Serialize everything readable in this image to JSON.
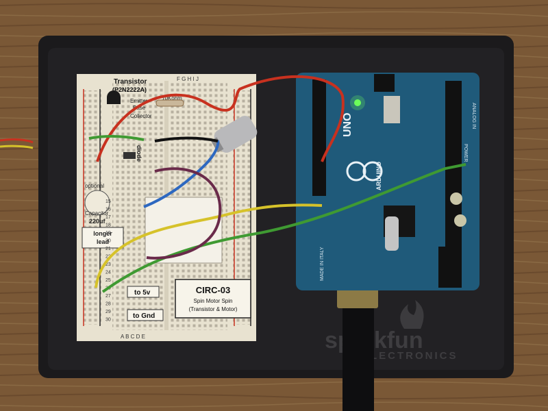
{
  "template": {
    "transistor_title": "Transistor",
    "transistor_part": "(P2N2222A)",
    "emitter": "Emitter",
    "base": "Base",
    "collector": "Collector",
    "resistor": "10Kohm",
    "diode": "diode",
    "optional": "optional",
    "capacitor": "Capacitor",
    "capacitor_value": "220uf",
    "longer_lead": "longer\nlead",
    "to_5v": "to 5v",
    "to_gnd": "to Gnd",
    "circuit_id": "CIRC-03",
    "circuit_name_line1": "Spin Motor Spin",
    "circuit_name_line2": "(Transistor & Motor)",
    "columns_top": "F G H I J",
    "columns_bottom": "A B C D E",
    "rows": [
      "15",
      "16",
      "17",
      "18",
      "19",
      "20",
      "21",
      "22",
      "23",
      "24",
      "25",
      "26",
      "27",
      "28",
      "29",
      "30"
    ]
  },
  "arduino": {
    "model": "UNO",
    "brand": "ARDUINO",
    "made_in": "MADE IN ITALY",
    "analog_in": "ANALOG IN",
    "power": "POWER"
  },
  "base_plate": {
    "brand": "sparkfun",
    "sub": "ELECTRONICS"
  },
  "colors": {
    "wood": "#7a5836",
    "plate": "#1b1a1c",
    "breadboard": "#e8e2d0",
    "arduino": "#1f5a7a",
    "red": "#c8311f",
    "green": "#3f9a32",
    "yellow": "#d6c22a",
    "blue": "#2d68c0",
    "purple": "#6a2a4a"
  }
}
